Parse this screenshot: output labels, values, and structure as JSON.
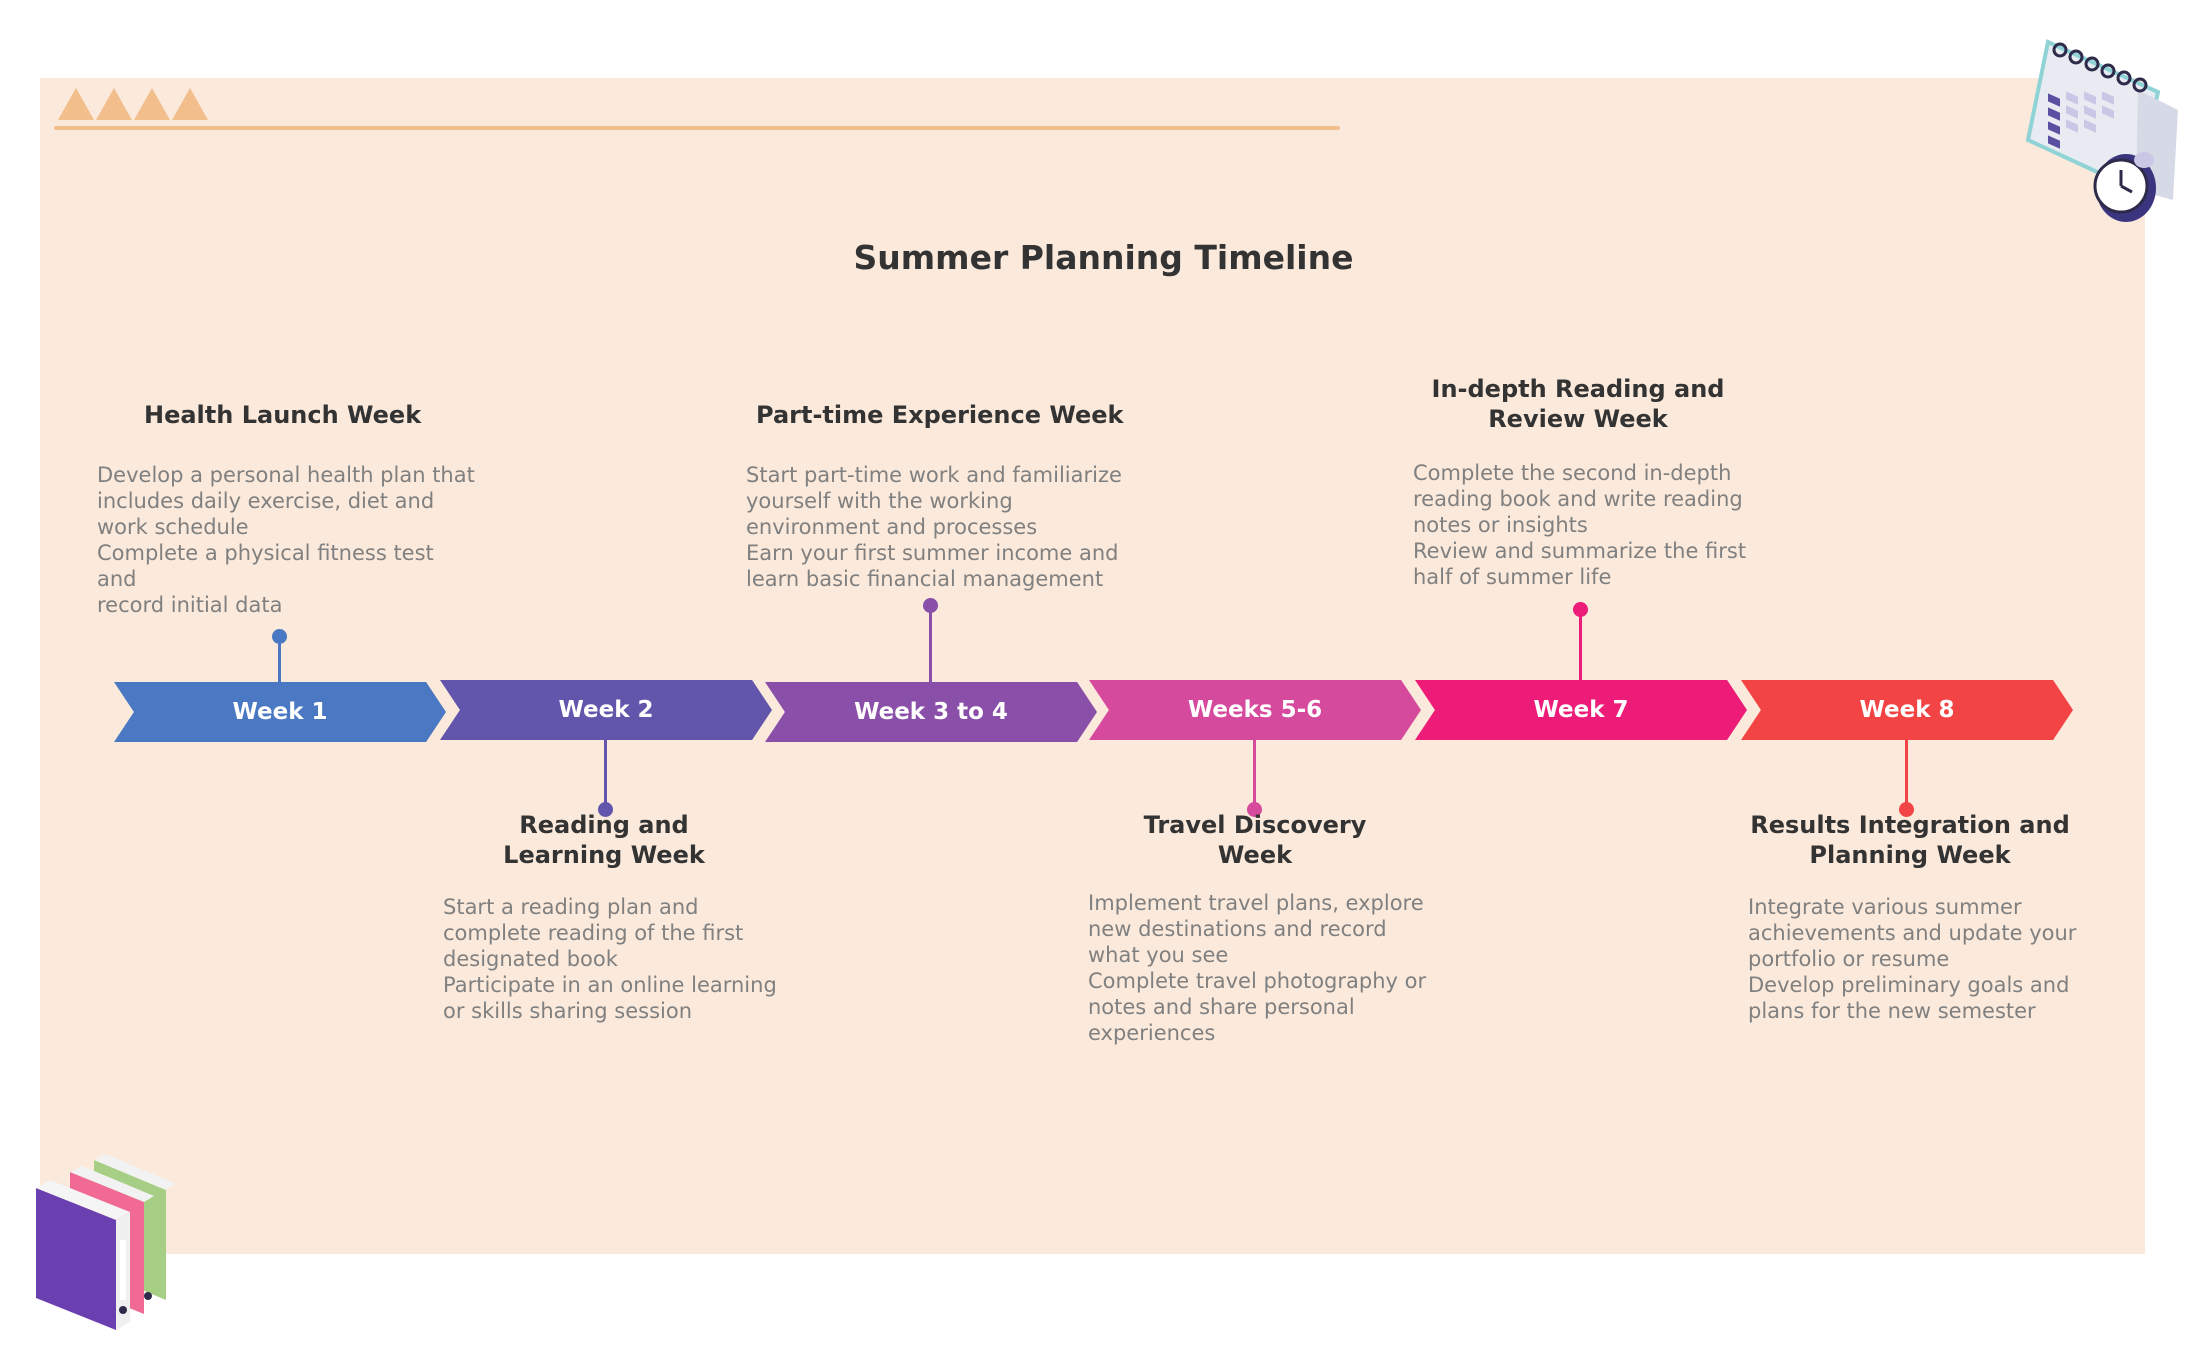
{
  "title": "Summer Planning Timeline",
  "colors": {
    "background": "#fbe9db",
    "accent": "#f2be8c",
    "week1": "#4a78c2",
    "week2": "#6156ab",
    "week34": "#8a4fa8",
    "week56": "#d54a9c",
    "week7": "#ec1c78",
    "week8": "#f24444"
  },
  "stages": [
    {
      "label": "Week 1"
    },
    {
      "label": "Week 2"
    },
    {
      "label": "Week 3 to 4"
    },
    {
      "label": "Weeks 5-6"
    },
    {
      "label": "Week 7"
    },
    {
      "label": "Week 8"
    }
  ],
  "cards": [
    {
      "title_lines": [
        "Health Launch Week"
      ],
      "desc_lines": [
        "Develop a personal health plan that",
        "includes daily exercise, diet and",
        "work schedule",
        "Complete a physical fitness test and",
        "record initial data"
      ]
    },
    {
      "title_lines": [
        "Reading and",
        "Learning Week"
      ],
      "desc_lines": [
        "Start a reading plan and",
        "complete reading of the first",
        "designated book",
        "Participate in an online learning",
        "or skills sharing session"
      ]
    },
    {
      "title_lines": [
        "Part-time Experience Week"
      ],
      "desc_lines": [
        "Start part-time work and familiarize",
        "yourself with the working",
        "environment and processes",
        "Earn your first summer income and",
        "learn basic financial management"
      ]
    },
    {
      "title_lines": [
        "Travel Discovery",
        "Week"
      ],
      "desc_lines": [
        "Implement travel plans, explore",
        "new destinations and record",
        "what you see",
        "Complete travel photography or",
        "notes and share personal",
        "experiences"
      ]
    },
    {
      "title_lines": [
        "In-depth Reading and",
        "Review Week"
      ],
      "desc_lines": [
        "Complete the second in-depth",
        "reading book and write reading",
        "notes or insights",
        "Review and summarize the first",
        "half of summer life"
      ]
    },
    {
      "title_lines": [
        "Results Integration and",
        "Planning Week"
      ],
      "desc_lines": [
        "Integrate various summer",
        "achievements and update your",
        "portfolio or resume",
        "Develop preliminary goals and",
        "plans for the new semester"
      ]
    }
  ],
  "icons": {
    "top_right": "calendar-clock-icon",
    "bottom_left": "binders-icon"
  }
}
